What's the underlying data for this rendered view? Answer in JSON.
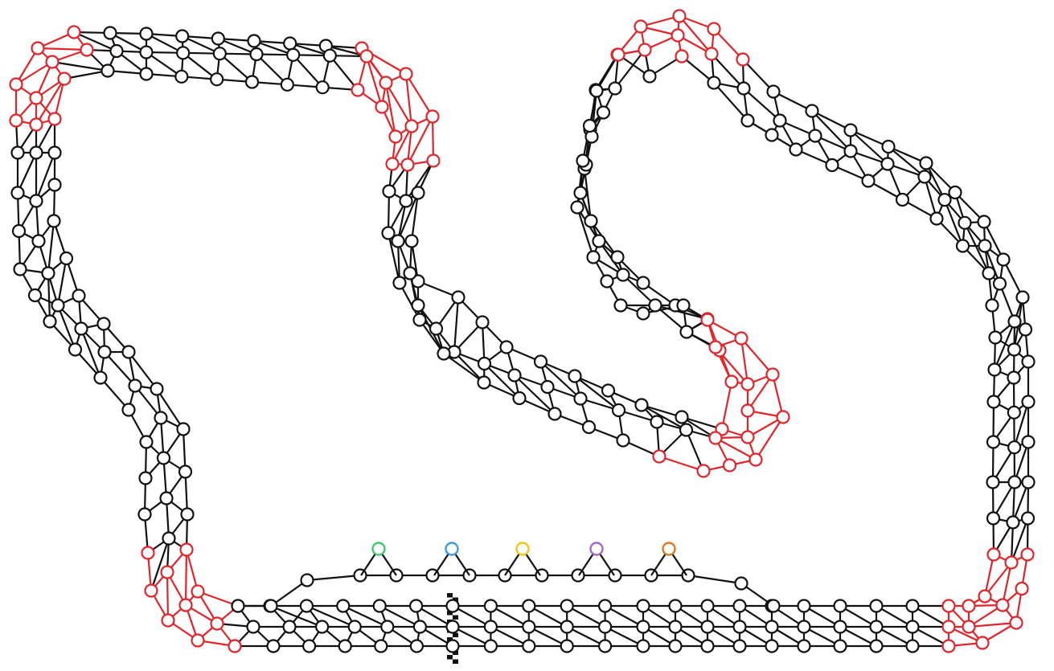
{
  "game": {
    "name": "",
    "board_colors": {
      "track": "#111111",
      "curve_highlight": "#e0252a",
      "background": "#ffffff"
    }
  },
  "start_slots": [
    {
      "player": "green",
      "color": "#3ec96c"
    },
    {
      "player": "blue",
      "color": "#3d9be0"
    },
    {
      "player": "yellow",
      "color": "#f0c419"
    },
    {
      "player": "purple",
      "color": "#a569c8"
    },
    {
      "player": "orange",
      "color": "#e07822"
    }
  ],
  "finish_line": {
    "icon": "checkered-flag-icon"
  }
}
